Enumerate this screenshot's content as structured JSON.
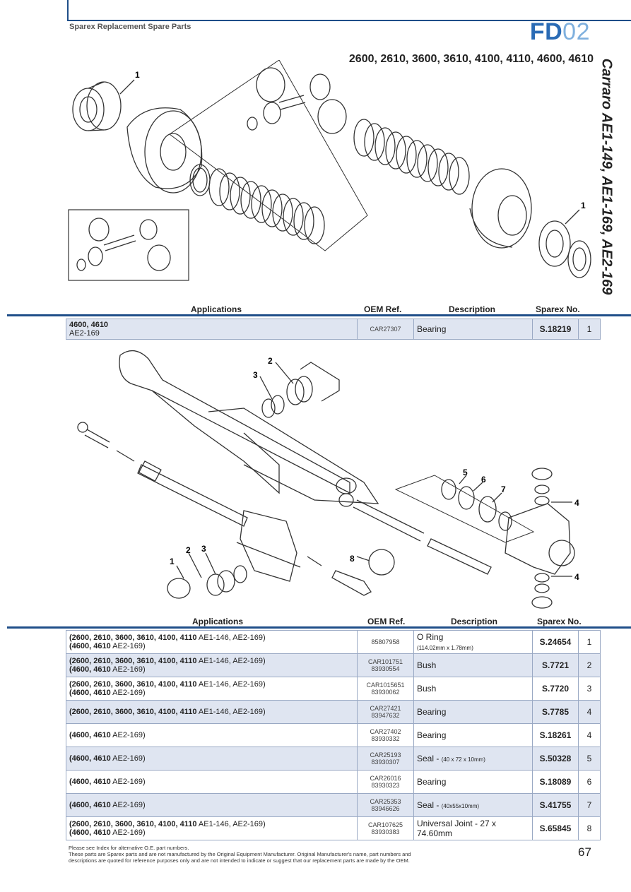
{
  "header": {
    "brand": "Sparex Replacement Spare Parts",
    "code_bold": "FD",
    "code_light": "02",
    "models": "2600, 2610, 3600, 3610, 4100, 4110, 4600, 4610",
    "side_title": "Carraro AE1-149, AE1-169, AE2-169"
  },
  "columns": {
    "applications": "Applications",
    "oem": "OEM Ref.",
    "description": "Description",
    "sparex": "Sparex No."
  },
  "diagram1": {
    "callouts": [
      "1",
      "1"
    ]
  },
  "table1": [
    {
      "app_bold": "4600, 4610",
      "app_rest": "AE2-169",
      "oem": "CAR27307",
      "oem2": "",
      "desc": "Bearing",
      "desc_small": "",
      "sparex": "S.18219",
      "num": "1"
    }
  ],
  "diagram2": {
    "callouts": [
      "2",
      "3",
      "5",
      "6",
      "7",
      "4",
      "2",
      "3",
      "1",
      "8",
      "4"
    ]
  },
  "table2": [
    {
      "app1_bold": "(2600, 2610, 3600, 3610, 4100, 4110",
      "app1_rest": " AE1-146, AE2-169)",
      "app2_bold": "(4600, 4610",
      "app2_rest": " AE2-169)",
      "oem": "85807958",
      "oem2": "",
      "desc": "O Ring",
      "desc_small": "(114.02mm x 1.78mm)",
      "sparex": "S.24654",
      "num": "1"
    },
    {
      "app1_bold": "(2600, 2610, 3600, 3610, 4100, 4110",
      "app1_rest": " AE1-146, AE2-169)",
      "app2_bold": "(4600, 4610",
      "app2_rest": " AE2-169)",
      "oem": "CAR101751",
      "oem2": "83930554",
      "desc": "Bush",
      "desc_small": "",
      "sparex": "S.7721",
      "num": "2"
    },
    {
      "app1_bold": "(2600, 2610, 3600, 3610, 4100, 4110",
      "app1_rest": " AE1-146, AE2-169)",
      "app2_bold": "(4600, 4610",
      "app2_rest": " AE2-169)",
      "oem": "CAR1015651",
      "oem2": "83930062",
      "desc": "Bush",
      "desc_small": "",
      "sparex": "S.7720",
      "num": "3"
    },
    {
      "app1_bold": "(2600, 2610, 3600, 3610, 4100, 4110",
      "app1_rest": " AE1-146, AE2-169)",
      "app2_bold": "",
      "app2_rest": "",
      "oem": "CAR27421",
      "oem2": "83947632",
      "desc": "Bearing",
      "desc_small": "",
      "sparex": "S.7785",
      "num": "4"
    },
    {
      "app1_bold": "(4600, 4610",
      "app1_rest": " AE2-169)",
      "app2_bold": "",
      "app2_rest": "",
      "oem": "CAR27402",
      "oem2": "83930332",
      "desc": "Bearing",
      "desc_small": "",
      "sparex": "S.18261",
      "num": "4"
    },
    {
      "app1_bold": "(4600, 4610",
      "app1_rest": " AE2-169)",
      "app2_bold": "",
      "app2_rest": "",
      "oem": "CAR25193",
      "oem2": "83930307",
      "desc": "Seal - ",
      "desc_small": "(40 x 72 x 10mm)",
      "sparex": "S.50328",
      "num": "5"
    },
    {
      "app1_bold": "(4600, 4610",
      "app1_rest": " AE2-169)",
      "app2_bold": "",
      "app2_rest": "",
      "oem": "CAR26016",
      "oem2": "83930323",
      "desc": "Bearing",
      "desc_small": "",
      "sparex": "S.18089",
      "num": "6"
    },
    {
      "app1_bold": "(4600, 4610",
      "app1_rest": " AE2-169)",
      "app2_bold": "",
      "app2_rest": "",
      "oem": "CAR25353",
      "oem2": "83946626",
      "desc": "Seal - ",
      "desc_small": "(40x55x10mm)",
      "sparex": "S.41755",
      "num": "7"
    },
    {
      "app1_bold": "(2600, 2610, 3600, 3610, 4100, 4110",
      "app1_rest": " AE1-146, AE2-169)",
      "app2_bold": "(4600, 4610",
      "app2_rest": " AE2-169)",
      "oem": "CAR107625",
      "oem2": "83930383",
      "desc": "Universal Joint - 27 x 74.60mm",
      "desc_small": "",
      "sparex": "S.65845",
      "num": "8"
    }
  ],
  "footer": {
    "note1": "Please see Index for alternative O.E. part numbers.",
    "note2": "These parts are Sparex parts and are not manufactured by the Original Equipment Manufacturer. Original Manufacturer's name, part numbers and",
    "note3": "descriptions are quoted for reference purposes only and are not intended to indicate or suggest that our replacement parts are made by the OEM.",
    "page": "67"
  }
}
